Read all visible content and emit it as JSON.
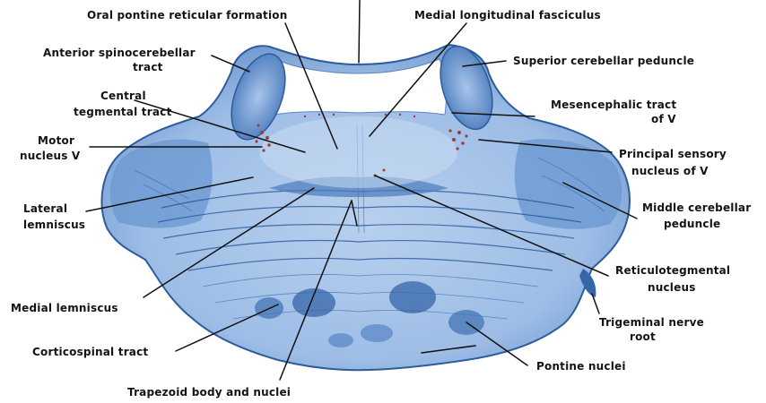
{
  "figure": {
    "labels": {
      "oral_pontine_reticular_formation": "Oral pontine reticular formation",
      "medial_longitudinal_fasciculus": "Medial longitudinal fasciculus",
      "anterior_spinocerebellar_tract": [
        "Anterior spinocerebellar",
        "tract"
      ],
      "superior_cerebellar_peduncle": "Superior cerebellar peduncle",
      "central_tegmental_tract": [
        "Central",
        "tegmental tract"
      ],
      "mesencephalic_tract": [
        "Mesencephalic tract",
        "of V"
      ],
      "motor_nucleus": [
        "Motor",
        "nucleus V"
      ],
      "principal_sensory_nucleus": [
        "Principal sensory",
        "nucleus of V"
      ],
      "lateral_lemniscus": [
        "Lateral",
        "lemniscus"
      ],
      "middle_cerebellar_peduncle": [
        "Middle cerebellar",
        "peduncle"
      ],
      "reticulotegmental_nucleus": [
        "Reticulotegmental",
        "nucleus"
      ],
      "medial_lemniscus": "Medial lemniscus",
      "trigeminal_nerve_root": [
        "Trigeminal nerve",
        "root"
      ],
      "corticospinal_tract": "Corticospinal tract",
      "pontine_nuclei": "Pontine nuclei",
      "trapezoid_body": "Trapezoid body and nuclei"
    },
    "colors": {
      "tissue_light": "#c8daf0",
      "tissue_mid": "#7fa6d6",
      "tissue_dark": "#3566a8",
      "nuclei_red": "#a33a3a",
      "ventricle": "#ffffff"
    }
  }
}
